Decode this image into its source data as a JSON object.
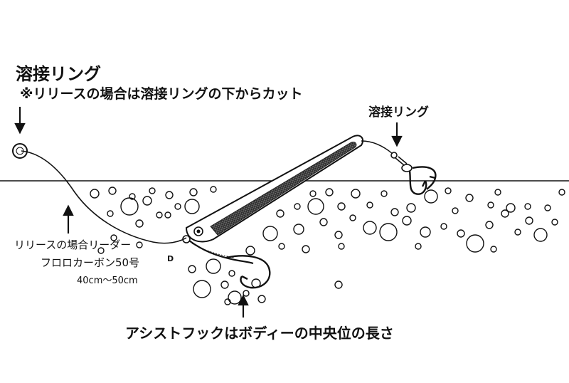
{
  "labels": {
    "weld_ring_title": "溶接リング",
    "weld_ring_note": "※リリースの場合は溶接リングの下からカット",
    "weld_ring_right": "溶接リング",
    "release_leader_line1": "リリースの場合リーダー",
    "release_leader_line2": "フロロカーボン50号",
    "release_leader_line3": "40cm～50cm",
    "assist_hook_note": "アシストフックはボディーの中央位の長さ",
    "point_d": "D"
  },
  "colors": {
    "ink": "#111111",
    "background": "#ffffff",
    "lure_body": "#555555"
  },
  "icons": [
    "down-arrow-icon",
    "up-arrow-icon",
    "ring-icon",
    "hook-icon",
    "bubble-icon"
  ]
}
